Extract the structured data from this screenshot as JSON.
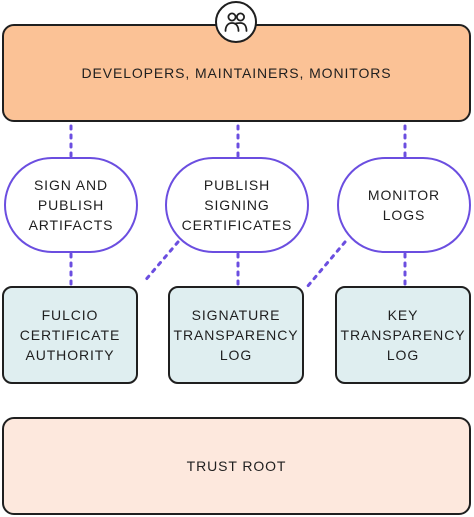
{
  "colors": {
    "top_fill": "#fbc296",
    "service_fill": "#dfeef0",
    "root_fill": "#fde8dd",
    "pill_border": "#6b4ee0",
    "connector": "#6b4ee0",
    "outline": "#1f1f1f"
  },
  "top": {
    "label": "DEVELOPERS, MAINTAINERS, MONITORS",
    "icon": "people-icon"
  },
  "actions": [
    {
      "label": "SIGN AND\nPUBLISH\nARTIFACTS"
    },
    {
      "label": "PUBLISH\nSIGNING\nCERTIFICATES"
    },
    {
      "label": "MONITOR\nLOGS"
    }
  ],
  "services": [
    {
      "label": "FULCIO\nCERTIFICATE\nAUTHORITY"
    },
    {
      "label": "SIGNATURE\nTRANSPARENCY\nLOG"
    },
    {
      "label": "KEY\nTRANSPARENCY\nLOG"
    }
  ],
  "root": {
    "label": "TRUST ROOT"
  }
}
